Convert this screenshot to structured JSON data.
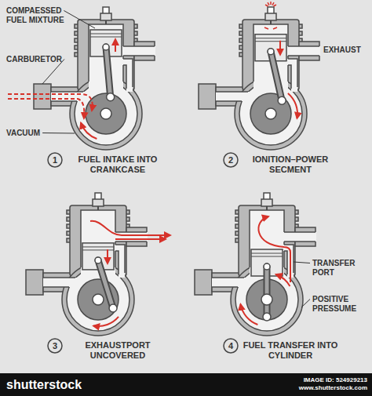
{
  "diagram": {
    "nodes": [
      {
        "text": [
          "1"
        ]
      },
      {
        "text": [
          "2"
        ]
      },
      {
        "text": [
          "3"
        ]
      },
      {
        "text": [
          "4"
        ]
      }
    ],
    "labels": [
      "COMPAESSED FUEL MIXTURE",
      "CARBURETOR",
      "VACUUM",
      "FUEL INTAKE INTO CRANKCASE",
      "EXHAUST",
      "IONITION–POWER SECMENT",
      "EXHAUSTPORT UNCOVERED",
      "TRANSFER PORT",
      "POSITIVE PRESSUME",
      "FUEL TRANSFER INTO CYLINDER",
      "shutterstock",
      "IMAGE ID: 524929213",
      "www.shutterstock.com"
    ]
  }
}
